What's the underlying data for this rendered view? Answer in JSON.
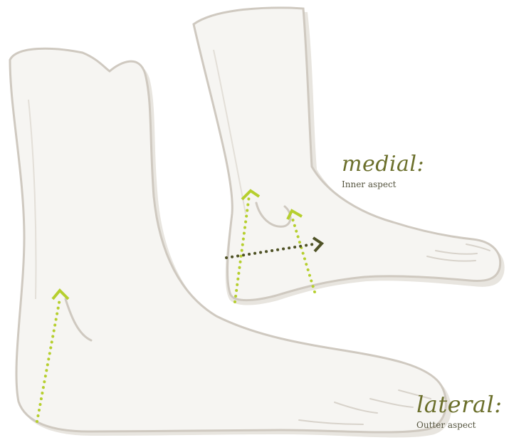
{
  "labels": {
    "medial": {
      "title": "medial:",
      "subtitle": "Inner aspect"
    },
    "lateral": {
      "title": "lateral:",
      "subtitle": "Outter aspect"
    }
  },
  "colors": {
    "background": "#ffffff",
    "foot_fill": "#f6f5f2",
    "foot_shadow": "#e8e5df",
    "foot_outline": "#cfc9c0",
    "arrow_green": "#b6cf2e",
    "arrow_dark": "#4f5226",
    "label_text": "#6b6f2b"
  }
}
